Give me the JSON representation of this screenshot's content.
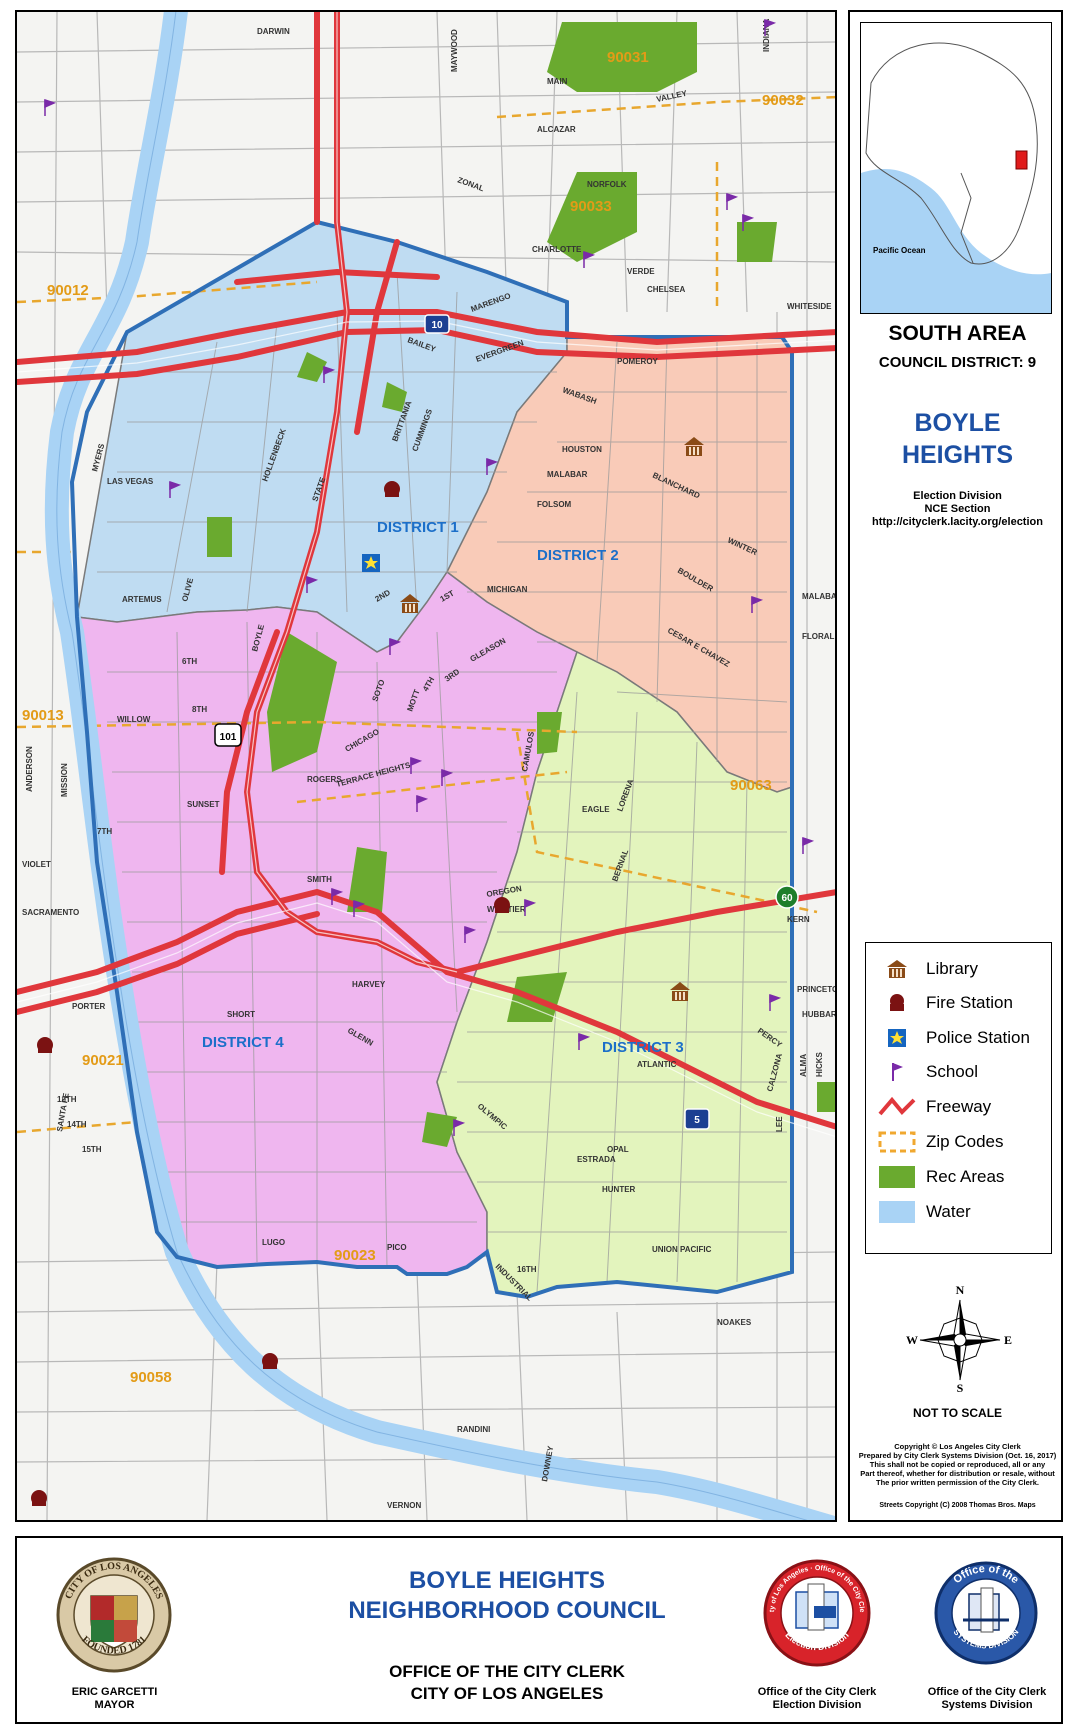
{
  "map": {
    "districts": [
      "DISTRICT 1",
      "DISTRICT 2",
      "DISTRICT 3",
      "DISTRICT 4"
    ],
    "zip_codes": [
      "90031",
      "90032",
      "90033",
      "90012",
      "90013",
      "90063",
      "90021",
      "90023",
      "90058"
    ],
    "streets": [
      "DARWIN",
      "MAIN",
      "VALLEY",
      "ALCAZAR",
      "ZONAL",
      "NORFOLK",
      "VERDE",
      "CHARLOTTE",
      "CHELSEA",
      "WHITESIDE",
      "MARENGO",
      "POMEROY",
      "WABASH",
      "HOUSTON",
      "MALABAR",
      "FOLSOM",
      "BLANCHARD",
      "WINTER",
      "CESAR E CHAVEZ",
      "BOULDER",
      "MICHIGAN",
      "GLEASON",
      "FLORAL",
      "MALABAR",
      "1ST",
      "2ND",
      "3RD",
      "4TH",
      "6TH",
      "7TH",
      "8TH",
      "TERRACE HEIGHTS",
      "OREGON",
      "WHITTIER",
      "EAGLE",
      "LORENA",
      "OLYMPIC",
      "HUNTER",
      "UNION PACIFIC",
      "INDUSTRIAL",
      "NOAKES",
      "DOWNEY",
      "RANDINI",
      "VERNON",
      "LUGO",
      "SHORT",
      "HARVEY",
      "12TH",
      "14TH",
      "15TH",
      "16TH",
      "ESTRADA",
      "ROGERS",
      "MISSION",
      "ANDERSON",
      "VIOLET",
      "SACRAMENTO",
      "PORTER",
      "BOYLE",
      "SOTO",
      "MOTT",
      "LEE",
      "CALZONA",
      "ALMA",
      "HICKS",
      "KERN",
      "PRINCETON",
      "HUBBARD",
      "PICO",
      "PERCY",
      "BAILEY",
      "EVERGREEN",
      "SUNSET",
      "ATLANTIC",
      "SMITH",
      "OPAL",
      "HOLLENBECK",
      "STATE",
      "MYERS",
      "ARTEMUS",
      "OLIVE",
      "LAS VEGAS",
      "SANTA FE",
      "WILLOW",
      "GLENN",
      "BERNAL",
      "INDIANA",
      "MAYWOOD",
      "CAMULOS",
      "CHICAGO",
      "CUMMINGS",
      "BRITTANIA"
    ],
    "freeway_shields": [
      "10",
      "101",
      "60",
      "5"
    ]
  },
  "inset": {
    "label": "Pacific Ocean"
  },
  "panel": {
    "area": "SOUTH AREA",
    "council_district": "COUNCIL DISTRICT: 9",
    "nc_name_line1": "BOYLE",
    "nc_name_line2": "HEIGHTS",
    "division_line1": "Election Division",
    "division_line2": "NCE Section",
    "division_url": "http://cityclerk.lacity.org/election"
  },
  "legend": {
    "items": [
      {
        "label": "Library",
        "icon": "library-icon"
      },
      {
        "label": "Fire Station",
        "icon": "fire-station-icon"
      },
      {
        "label": "Police Station",
        "icon": "police-station-icon"
      },
      {
        "label": "School",
        "icon": "school-flag-icon"
      },
      {
        "label": "Freeway",
        "icon": "freeway-line-icon"
      },
      {
        "label": "Zip Codes",
        "icon": "zip-dashed-box-icon"
      },
      {
        "label": "Rec Areas",
        "icon": "rec-area-swatch"
      },
      {
        "label": "Water",
        "icon": "water-swatch"
      }
    ],
    "colors": {
      "library": "#8a4b17",
      "fire_station": "#7b1212",
      "police": "#1565c0",
      "school": "#7a2aa8",
      "freeway": "#e0373c",
      "zip": "#f0a830",
      "rec": "#6aaa2f",
      "water": "#a9d3f5"
    }
  },
  "compass": {
    "n": "N",
    "s": "S",
    "e": "E",
    "w": "W"
  },
  "scale_note": "NOT TO SCALE",
  "copyright": {
    "line1": "Copyright © Los Angeles City Clerk",
    "line2": "Prepared by City Clerk Systems Division (Oct. 16, 2017)",
    "line3": "This shall not be copied or reproduced, all or any",
    "line4": "Part thereof, whether for distribution or resale, without",
    "line5": "The prior written permission of the City Clerk.",
    "streets": "Streets Copyright (C) 2008 Thomas Bros. Maps"
  },
  "footer": {
    "seal_top_text": "CITY OF LOS ANGELES",
    "seal_bottom_text": "FOUNDED 1781",
    "mayor_name": "ERIC GARCETTI",
    "mayor_title": "MAYOR",
    "council_line1": "BOYLE HEIGHTS",
    "council_line2": "NEIGHBORHOOD COUNCIL",
    "office_line1": "OFFICE OF THE CITY CLERK",
    "office_line2": "CITY OF LOS ANGELES",
    "election_seal_text": "City of Los Angeles · Office of the City Clerk",
    "election_seal_bottom": "Election Division",
    "election_caption1": "Office of the City Clerk",
    "election_caption2": "Election Division",
    "systems_seal_top": "Office of the",
    "systems_seal_bottom": "SYSTEMS DIVISION",
    "systems_caption1": "Office of the City Clerk",
    "systems_caption2": "Systems Division"
  }
}
